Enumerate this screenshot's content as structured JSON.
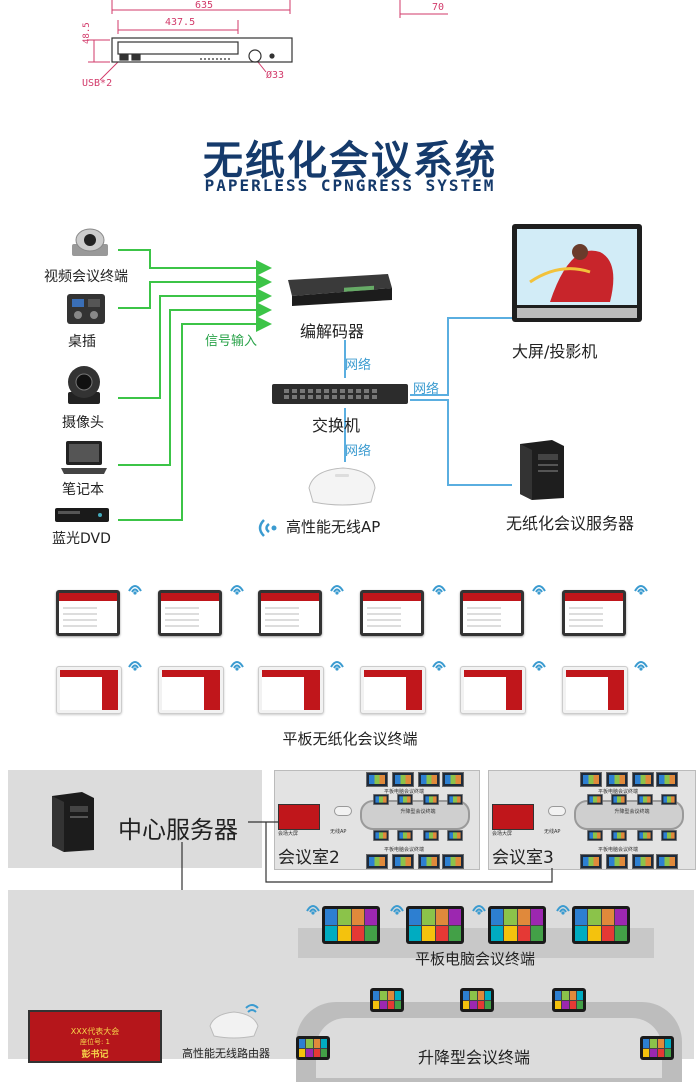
{
  "top_drawing": {
    "dim_width_outer": "635",
    "dim_width_inner": "437.5",
    "dim_height": "48.5",
    "dim_side": "70",
    "dim_hole": "Ø33",
    "usb_label": "USB*2"
  },
  "title": {
    "cn": "无纸化会议系统",
    "en": "PAPERLESS CPNGRESS SYSTEM"
  },
  "diagram": {
    "inputs": [
      {
        "label": "视频会议终端",
        "icon": "video-conference-camera-icon"
      },
      {
        "label": "桌插",
        "icon": "table-socket-icon"
      },
      {
        "label": "摄像头",
        "icon": "ptz-camera-icon"
      },
      {
        "label": "笔记本",
        "icon": "laptop-icon"
      },
      {
        "label": "蓝光DVD",
        "icon": "bluray-dvd-icon"
      }
    ],
    "signal_label": "信号输入",
    "codec_label": "编解码器",
    "switch_label": "交换机",
    "ap_label": "高性能无线AP",
    "screen_label": "大屏/投影机",
    "server_label": "无纸化会议服务器",
    "network_labels": [
      "网络",
      "网络",
      "网络"
    ],
    "line_colors": {
      "signal": "#3cc447",
      "network": "#5aaee0"
    }
  },
  "tablets": {
    "caption": "平板无纸化会议终端",
    "row_count": 2,
    "per_row": 6
  },
  "bottom": {
    "center_server": "中心服务器",
    "room2": "会议室2",
    "room3": "会议室3",
    "room_tiny_labels": {
      "screen": "会场大屏",
      "router": "无线AP",
      "top_terminal": "平板电脑会议终端",
      "lift_terminal": "升降型会议终端",
      "bottom_terminal": "平板电脑会议终端"
    },
    "tablet_terminal_label": "平板电脑会议终端",
    "router_label": "高性能无线路由器",
    "lift_terminal_label": "升降型会议终端",
    "big_screen_lines": [
      "XXX代表大会",
      "座位号: 1",
      "彭书记"
    ]
  }
}
